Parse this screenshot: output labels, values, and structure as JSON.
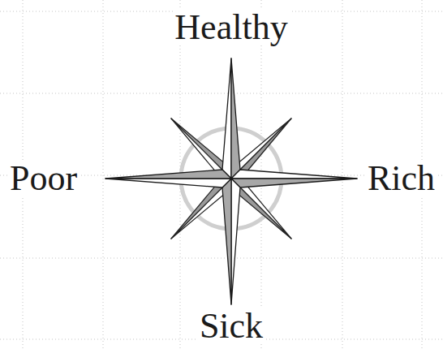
{
  "diagram": {
    "labels": [
      "Healthy",
      "Poor",
      "Rich",
      "Sick"
    ]
  }
}
